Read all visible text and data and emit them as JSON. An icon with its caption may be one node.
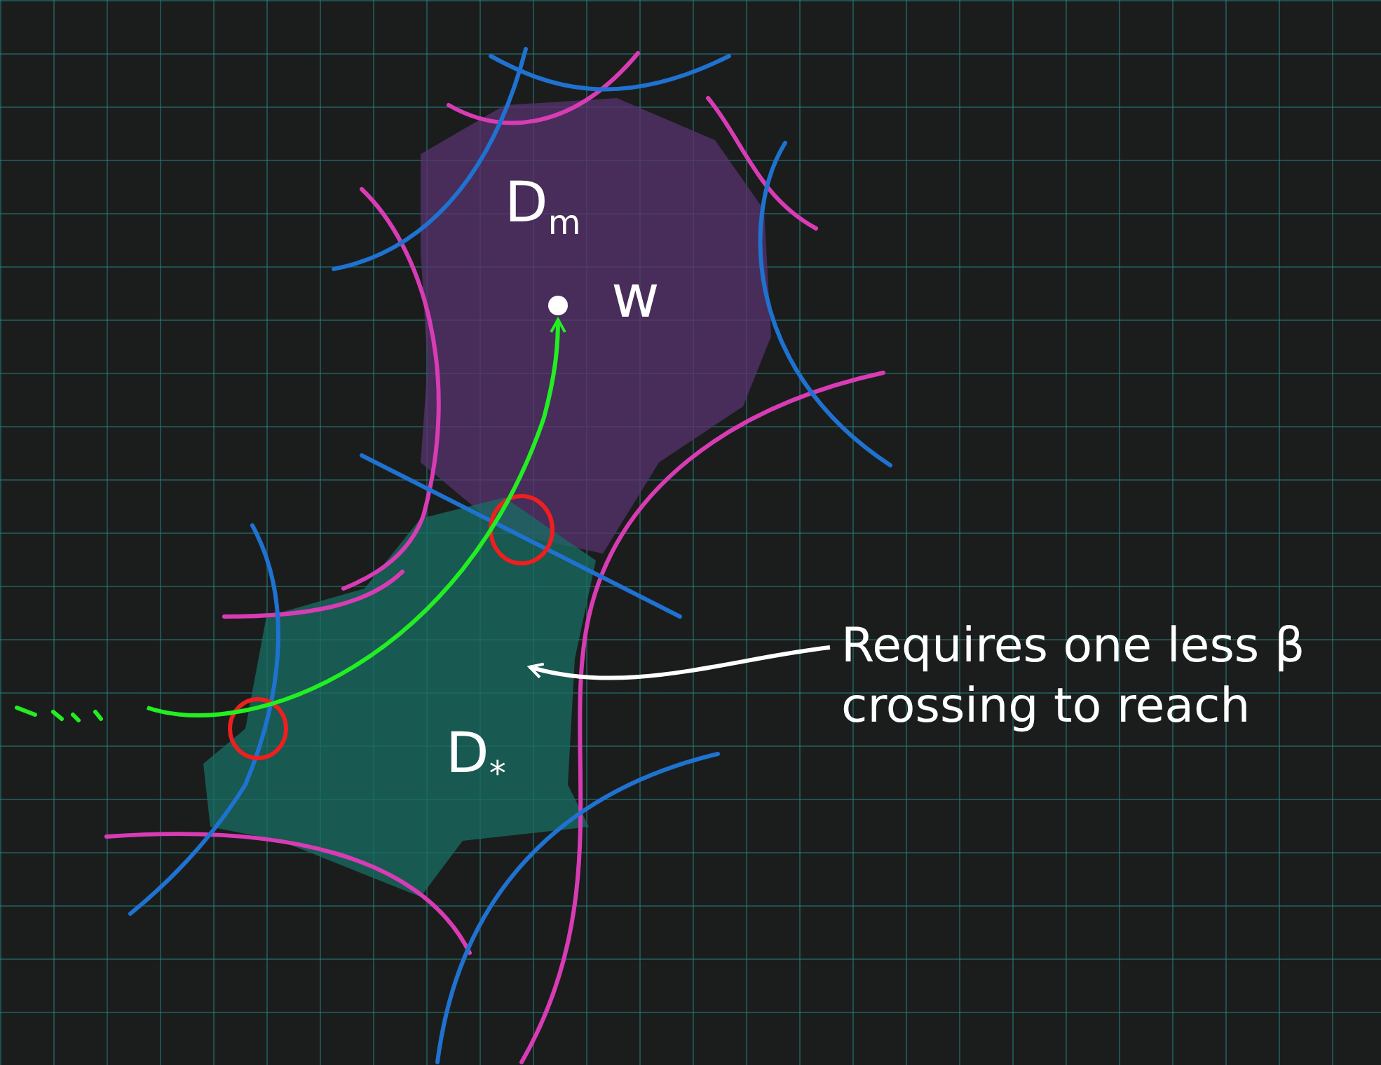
{
  "diagram": {
    "nodes": [
      {
        "text": [
          "D$_{m}$"
        ]
      },
      {
        "text": [],
        "shape": "circle",
        "beside": [
          "w"
        ],
        "in": 0
      },
      {
        "text": [
          "D$_{*}$"
        ]
      },
      {
        "text": [
          "Requires one less β crossing to reach"
        ]
      }
    ],
    "edges": [
      {
        "from": null,
        "to": 1,
        "arrow": "to",
        "color": "#22ee22"
      },
      {
        "from": 3,
        "to": 2,
        "arrow": "to",
        "color": "#ffffff"
      }
    ]
  }
}
